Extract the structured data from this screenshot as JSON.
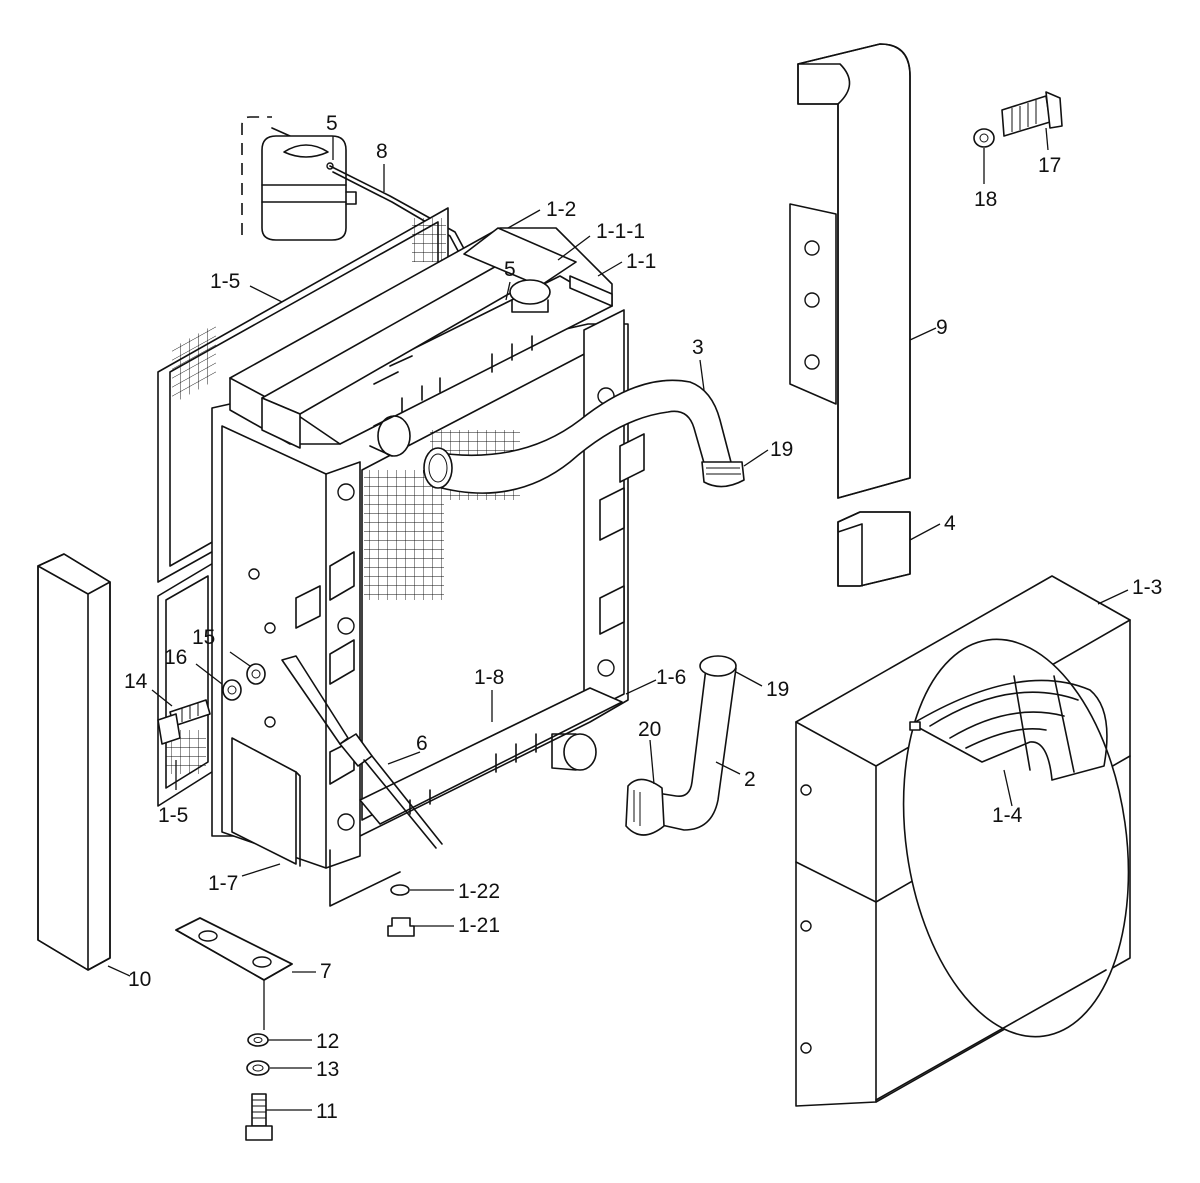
{
  "callouts": [
    {
      "id": "c5a",
      "text": "5"
    },
    {
      "id": "c8",
      "text": "8"
    },
    {
      "id": "c12",
      "text": "1-2"
    },
    {
      "id": "c111",
      "text": "1-1-1"
    },
    {
      "id": "c5b",
      "text": "5"
    },
    {
      "id": "c11a",
      "text": "1-1"
    },
    {
      "id": "c15a",
      "text": "1-5"
    },
    {
      "id": "c3",
      "text": "3"
    },
    {
      "id": "c19a",
      "text": "19"
    },
    {
      "id": "c9",
      "text": "9"
    },
    {
      "id": "c18",
      "text": "18"
    },
    {
      "id": "c17",
      "text": "17"
    },
    {
      "id": "c4",
      "text": "4"
    },
    {
      "id": "c13x",
      "text": "1-3"
    },
    {
      "id": "c15n",
      "text": "15"
    },
    {
      "id": "c16",
      "text": "16"
    },
    {
      "id": "c14",
      "text": "14"
    },
    {
      "id": "c18x",
      "text": "1-8"
    },
    {
      "id": "c16x",
      "text": "1-6"
    },
    {
      "id": "c19b",
      "text": "19"
    },
    {
      "id": "c20",
      "text": "20"
    },
    {
      "id": "c6",
      "text": "6"
    },
    {
      "id": "c2",
      "text": "2"
    },
    {
      "id": "c14x",
      "text": "1-4"
    },
    {
      "id": "c15b",
      "text": "1-5"
    },
    {
      "id": "c17x",
      "text": "1-7"
    },
    {
      "id": "c122",
      "text": "1-22"
    },
    {
      "id": "c121",
      "text": "1-21"
    },
    {
      "id": "c7",
      "text": "7"
    },
    {
      "id": "c10",
      "text": "10"
    },
    {
      "id": "c12n",
      "text": "12"
    },
    {
      "id": "c13n",
      "text": "13"
    },
    {
      "id": "c11n",
      "text": "11"
    }
  ]
}
